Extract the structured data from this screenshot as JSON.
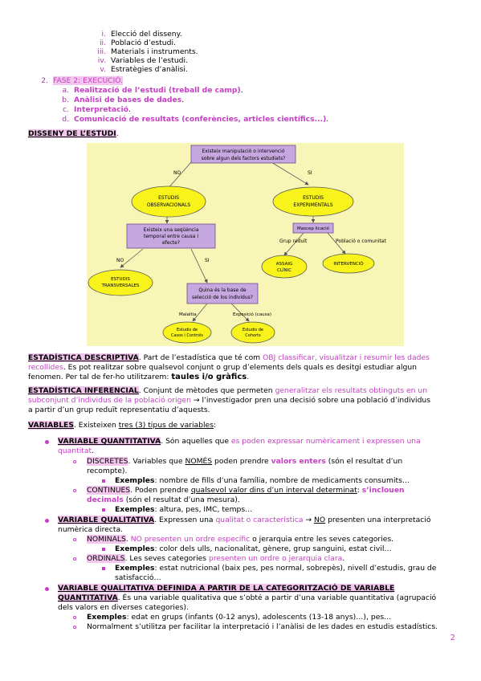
{
  "subitems": [
    {
      "num": "i.",
      "text": "Elecció del disseny."
    },
    {
      "num": "ii.",
      "text": "Població d’estudi."
    },
    {
      "num": "iii.",
      "text": "Materials i instruments."
    },
    {
      "num": "iv.",
      "text": "Variables de l’estudi."
    },
    {
      "num": "v.",
      "text": "Estratègies d’anàlisi."
    }
  ],
  "fase2": {
    "num": "2.",
    "text": "FASE 2: EXECUCIÓ."
  },
  "fase2_items": [
    {
      "num": "a.",
      "text": "Realització de l’estudi (treball de camp)",
      "tail": "."
    },
    {
      "num": "b.",
      "text": "Anàlisi de bases de dades",
      "tail": "."
    },
    {
      "num": "c.",
      "text": "Interpretació",
      "tail": "."
    },
    {
      "num": "d.",
      "text": "Comunicació de resultats (conferències, articles científics...)",
      "tail": "."
    }
  ],
  "disseny_heading": "DISSENY DE L’ESTUDI",
  "disseny_dot": ".",
  "diagram": {
    "q1": [
      "Existeix manipulació o intervenció",
      "sobre algun dels factors estudiats?"
    ],
    "no": "NO",
    "si": "SI",
    "obs": [
      "ESTUDIS",
      "OBSERVACIONALS"
    ],
    "exp": [
      "ESTUDIS",
      "EXPERIMENTALS"
    ],
    "mascep": "Mascep licació",
    "grup_reduit": "Grup reduït",
    "poblacio": "Població o comunitat",
    "assaig": [
      "ASSAIG",
      "CLÍNIC"
    ],
    "intervencio": "INTERVENCIÓ",
    "q2": [
      "Existeix una seqüència",
      "temporal entre causa i",
      "efecte?"
    ],
    "transversals": [
      "ESTUDIS",
      "TRANSVERSALES"
    ],
    "q3": [
      "Quina és la base de",
      "selecció de los individus?"
    ],
    "malaltia": "Malaltia",
    "exposicio": "Exposició (causa)",
    "casos": [
      "Estudis de",
      "Casos i Controls"
    ],
    "cohorts": [
      "Estudis de",
      "Cohorts"
    ]
  },
  "descr": {
    "title": "ESTADÍSTICA DESCRIPTIVA",
    "dot": ".",
    "l1a": " Part de l’estadística que té com ",
    "l1m": "OBJ classificar, visualitzar i resumir les dades",
    "l2m": "recollides",
    "l2a": ". Es pot realitzar sobre qualsevol conjunt o grup d’elements dels quals es desitgi estudiar algun",
    "l3a": "fenomen. Per tal de fer-ho utilitzarem: ",
    "l3b": "taules i/o gràfics",
    "l3c": "."
  },
  "infer": {
    "title": "ESTADÍSTICA INFERENCIAL",
    "l1a": ". Conjunt de mètodes que permeten ",
    "l1m": "generalitzar els resultats obtinguts en un",
    "l2m": "subconjunt d’individus de la població origen",
    "l2a": " → l’investigador pren una decisió sobre una població d’individus",
    "l3a": "a partir d’un grup reduït representatiu d’aquests."
  },
  "variables": {
    "title": "VARIABLES",
    "intro_a": ". Existeixen ",
    "intro_u": "tres (3) tipus de variables",
    "intro_b": ":",
    "quant": {
      "title": "VARIABLE QUANTITATIVA",
      "a": ". Són aquelles que ",
      "m": "es poden expressar numèricament i expressen una",
      "m2": "quantitat",
      "dot": "."
    },
    "discretes": {
      "label": "DISCRETES",
      "a": ". Variables que ",
      "u": "NOMÉS",
      "b": " poden prendre ",
      "mb": "valors enters",
      "c": " (són el resultat d’un",
      "d": "recompte)."
    },
    "ex1": {
      "label": "Exemples",
      "text": ": nombre de fills d’una família, nombre de medicaments consumits…"
    },
    "continues": {
      "label": "CONTINUES",
      "a": ". Poden prendre ",
      "u": "qualsevol valor dins d’un interval determinat",
      "b": ": ",
      "mb": "s’inclouen",
      "mb2": "decimals",
      "c": " (són el resultat d’una mesura)."
    },
    "ex2": {
      "label": "Exemples",
      "text": ": altura, pes, IMC, temps…"
    },
    "qual": {
      "title": "VARIABLE QUALITATIVA",
      "a": ". Expressen una ",
      "m": "qualitat o característica",
      "b": " → ",
      "u": "NO",
      "c": " presenten una interpretació",
      "d": "numèrica directa."
    },
    "nominals": {
      "label": "NOMINALS",
      "a": ". ",
      "m": "NO presenten un ordre específic",
      "b": " o jerarquia entre les seves categories."
    },
    "ex3": {
      "label": "Exemples",
      "text": ": color dels ulls, nacionalitat, gènere, grup sanguini, estat civil…"
    },
    "ordinals": {
      "label": "ORDINALS",
      "a": ". Les seves categories ",
      "m": "presenten un ordre o jerarquia clara",
      "b": "."
    },
    "ex4": {
      "label": "Exemples",
      "text": ": estat nutricional (baix pes, pes normal, sobrepès), nivell d’estudis, grau de",
      "text2": "satisfacció…"
    },
    "qual_def": {
      "title1": "VARIABLE QUALITATIVA DEFINIDA A PARTIR DE LA CATEGORITZACIÓ DE VARIABLE",
      "title2": "QUANTITATIVA",
      "a": ". És una variable qualitativa que s’obté a partir d’una variable quantitativa (agrupació",
      "b": "dels valors en diverses categories)."
    },
    "ex5": {
      "label": "Exemples",
      "text": ": edat en grups (infants (0-12 anys), adolescents (13-18 anys)…), pes…"
    },
    "normal": "Normalment s’utilitza per facilitar la interpretació i l’anàlisi de les dades en estudis estadístics."
  },
  "page_number": "2",
  "colors": {
    "magenta": "#c63ec3",
    "highlight": "#f3c6ee",
    "diagram_bg": "#f8f6b7",
    "ellipse": "#f7f31b",
    "box": "#c7a7df"
  }
}
